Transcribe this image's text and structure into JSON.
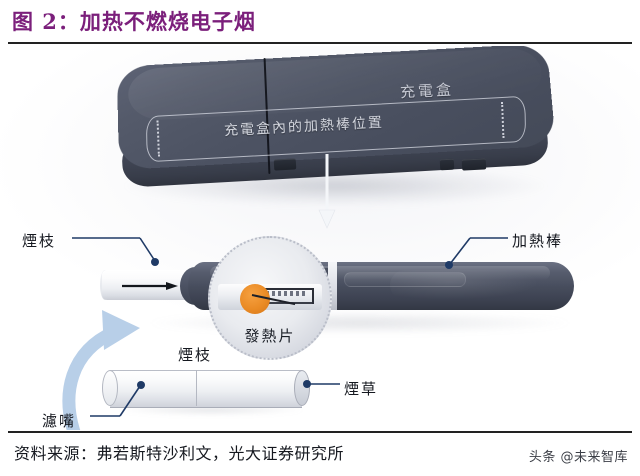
{
  "figure": {
    "title": "图 2：加热不燃烧电子烟",
    "title_color": "#7b1f7b"
  },
  "illustration": {
    "charging_case": {
      "device_label": "充電盒",
      "slot_label": "充電盒內的加熱棒位置",
      "body_color": "#4c5262",
      "label_color": "#c9ccd6"
    },
    "heating_rod": {
      "magnifier_label": "發熱片",
      "heating_element_color": "#ea8b25",
      "body_color": "#474d5d"
    },
    "cigarette": {
      "stick_color": "#eef0f3"
    },
    "callouts": [
      {
        "id": "yanzhi-left",
        "text": "煙枝"
      },
      {
        "id": "jiarebang",
        "text": "加熱棒"
      },
      {
        "id": "yanzhi-bottom",
        "text": "煙枝"
      },
      {
        "id": "lvzui",
        "text": "濾嘴"
      },
      {
        "id": "yancao",
        "text": "煙草"
      }
    ],
    "leader_color": "#1f3a66",
    "swoosh_arrow_color": "#b8cfe8",
    "down_arrow_color": "#f2f4f7"
  },
  "footer": {
    "source": "资料来源：弗若斯特沙利文，光大证券研究所",
    "watermark": "头条 @未来智库"
  }
}
